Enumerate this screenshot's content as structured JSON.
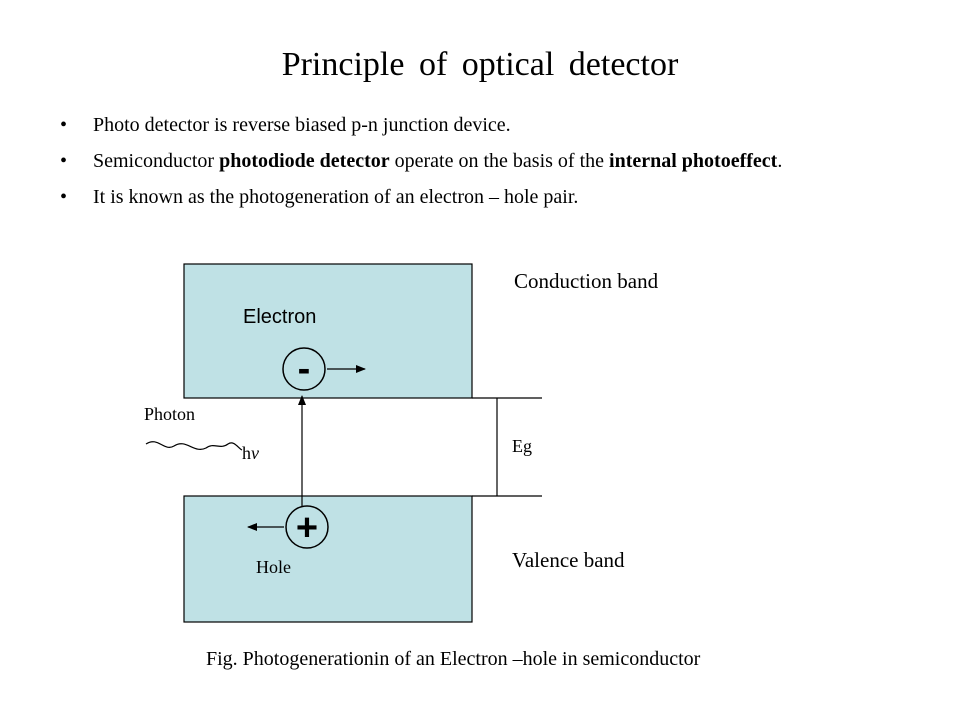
{
  "slide": {
    "title": "Principle of optical detector",
    "bullets": [
      {
        "text": "Photo detector is reverse biased p-n junction device."
      },
      {
        "t1": "Semiconductor ",
        "b1": "photodiode detector",
        "t2": " operate on the basis of the ",
        "b2": "internal photoeffect",
        "t3": "."
      },
      {
        "text": "It is known as the photogeneration of an electron – hole pair."
      }
    ],
    "bullet_symbol": "•"
  },
  "diagram": {
    "conduction_band_label": "Conduction band",
    "valence_band_label": "Valence band",
    "electron_label": "Electron",
    "electron_symbol": "-",
    "hole_label": "Hole",
    "hole_symbol": "+",
    "photon_label": "Photon",
    "photon_energy_h": "h",
    "photon_energy_nu": "ν",
    "gap_label": "Eg",
    "band_fill_color": "#bfe1e5",
    "caption": "Fig. Photogenerationin of an Electron –hole in semiconductor"
  }
}
